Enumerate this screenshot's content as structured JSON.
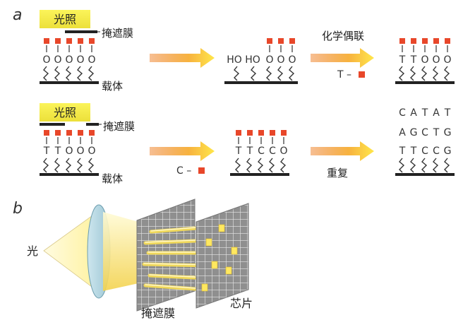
{
  "panel_a": {
    "label": "a",
    "light_label": "光照",
    "mask_label": "掩遮膜",
    "carrier_label": "载体",
    "coupling_label": "化学偶联",
    "repeat_label": "重复",
    "reagent_t": "T –",
    "reagent_c": "C –",
    "row1": {
      "s1_bases": [
        "O",
        "O",
        "O",
        "O",
        "O"
      ],
      "s2_bases": [
        "HO",
        "HO",
        "O",
        "O",
        "O"
      ],
      "s3_bases": [
        "T",
        "T",
        "O",
        "O",
        "O"
      ]
    },
    "row2": {
      "s1_bases": [
        "T",
        "T",
        "O",
        "O",
        "O"
      ],
      "s2_bases": [
        "T",
        "T",
        "C",
        "C",
        "O"
      ],
      "s3_top": [
        "C",
        "A",
        "T",
        "A",
        "T"
      ],
      "s3_mid": [
        "A",
        "G",
        "C",
        "T",
        "G"
      ],
      "s3_bot": [
        "T",
        "T",
        "C",
        "C",
        "G"
      ]
    }
  },
  "panel_b": {
    "label": "b",
    "light_label": "光",
    "mask_label": "掩遮膜",
    "chip_label": "芯片"
  },
  "colors": {
    "protect": "#e8472a",
    "light_box": "#f7ef3a",
    "arrow_start": "#f08a3a",
    "arrow_end": "#ffe64a",
    "grid_dark": "#8a8a8a",
    "chip_spot": "#ffe860"
  }
}
